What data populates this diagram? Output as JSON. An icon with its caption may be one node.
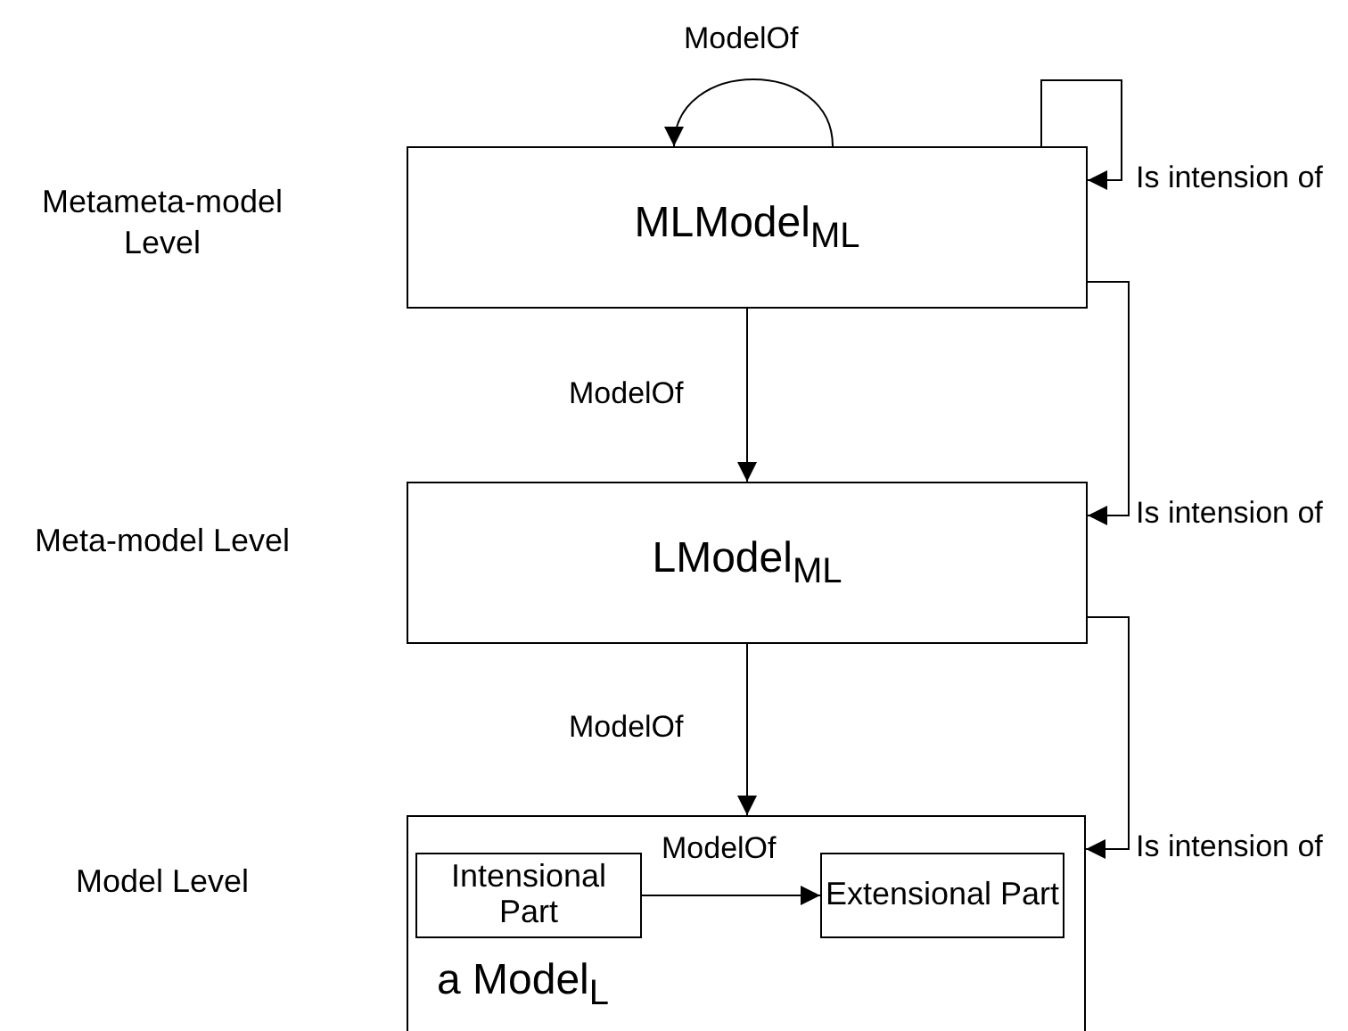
{
  "diagram": {
    "nodes": [
      {
        "text": [
          "MLModel$_{ML}$"
        ]
      },
      {
        "text": [
          "LModel$_{ML}$"
        ]
      },
      {
        "text": [
          "a Model$_{L}$"
        ]
      },
      {
        "text": [
          "Intensional Part"
        ],
        "in": 2
      },
      {
        "text": [
          "Extensional Part"
        ],
        "in": 2
      }
    ],
    "edges": [
      {
        "from": 0,
        "to": 0,
        "label": "ModelOf",
        "arrow": "to"
      },
      {
        "from": 0,
        "to": 0,
        "label": "Is intension of",
        "arrow": "to"
      },
      {
        "from": 0,
        "to": 1,
        "label": "ModelOf",
        "arrow": "to"
      },
      {
        "from": 0,
        "to": 1,
        "label": "Is intension of",
        "arrow": "to"
      },
      {
        "from": 1,
        "to": 2,
        "label": "ModelOf",
        "arrow": "to"
      },
      {
        "from": 1,
        "to": 2,
        "label": "Is intension of",
        "arrow": "to"
      },
      {
        "from": 3,
        "to": 4,
        "label": "ModelOf",
        "arrow": "to"
      }
    ],
    "labels": [
      "Metameta-model Level",
      "Meta-model Level",
      "Model Level"
    ]
  }
}
